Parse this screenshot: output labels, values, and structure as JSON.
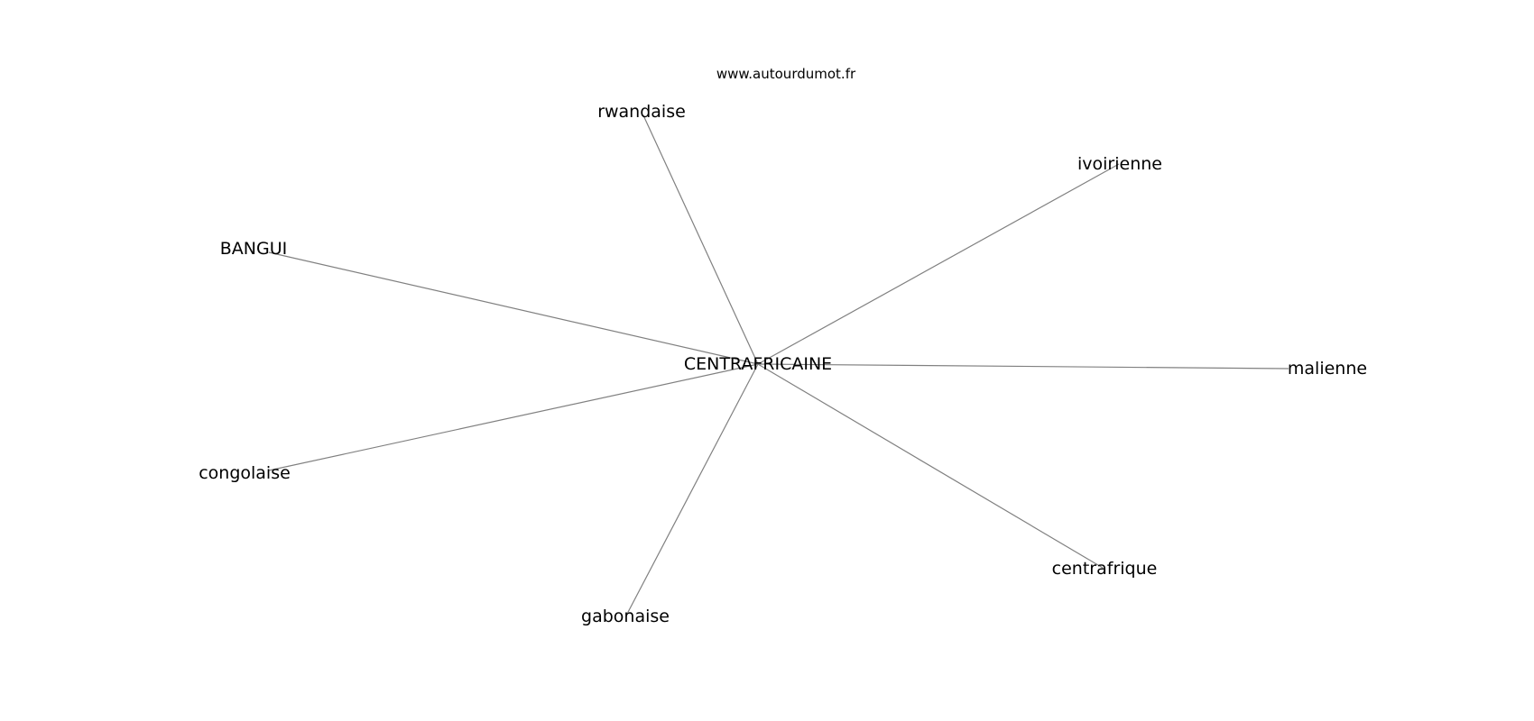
{
  "watermark": "www.autourdumot.fr",
  "graph": {
    "center": "CENTRAFRICAINE",
    "neighbors": [
      "rwandaise",
      "ivoirienne",
      "BANGUI",
      "malienne",
      "congolaise",
      "centrafrique",
      "gabonaise"
    ]
  },
  "colors": {
    "edge": "#808080",
    "text": "#000000",
    "background": "#ffffff"
  }
}
